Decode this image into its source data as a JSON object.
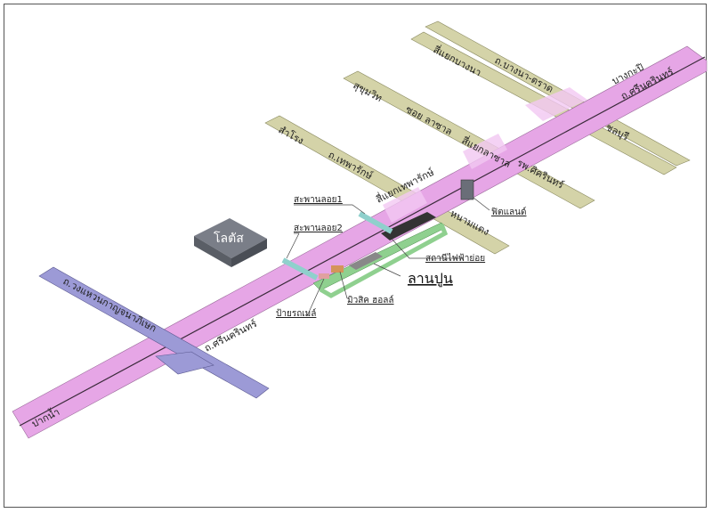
{
  "roads": {
    "main": "ถ.ศรีนครินทร์",
    "main_upper": "ถ.ศรีนครินทร์",
    "to_bangkapi": "บางกะปิ",
    "to_paknam": "ปากน้ำ",
    "ring": "ถ.วงแหวนกาญจนาภิเษก",
    "bangna_trat": "ถ.บางนา-ตราด",
    "bangna_jct": "สี่แยกบางนา",
    "chonburi": "ชลบุรี",
    "sukhumvit": "สุขุมวิท",
    "soi_lasalle": "ซอย ลาซาล",
    "lasalle_jct": "สี่แยกลาซาล",
    "hospital": "รพ.ศิครินทร์",
    "samrong": "สำโรง",
    "theparak": "ถ.เทพารักษ์",
    "theparak_jct": "สี่แยกเทพารักษ์",
    "nong_mon_daeng": "หนามแดง"
  },
  "callouts": {
    "bridge1": "สะพานลอย1",
    "bridge2": "สะพานลอย2",
    "lotus": "โลตัส",
    "seacon": "ฟิตแลนด์",
    "substation": "สถานีไฟฟ้าย่อย",
    "plaza": "ลานปูน",
    "music_hall": "มิวสิค ฮอลล์",
    "bus_stop": "ป้ายรถเมล์"
  },
  "colors": {
    "main_road": "#e6a6e6",
    "side_road": "#d4d3a8",
    "ring_road": "#9c9ad6",
    "bridge": "#8fd0cc",
    "path": "#8fd08f",
    "building": "#6a6e78"
  }
}
